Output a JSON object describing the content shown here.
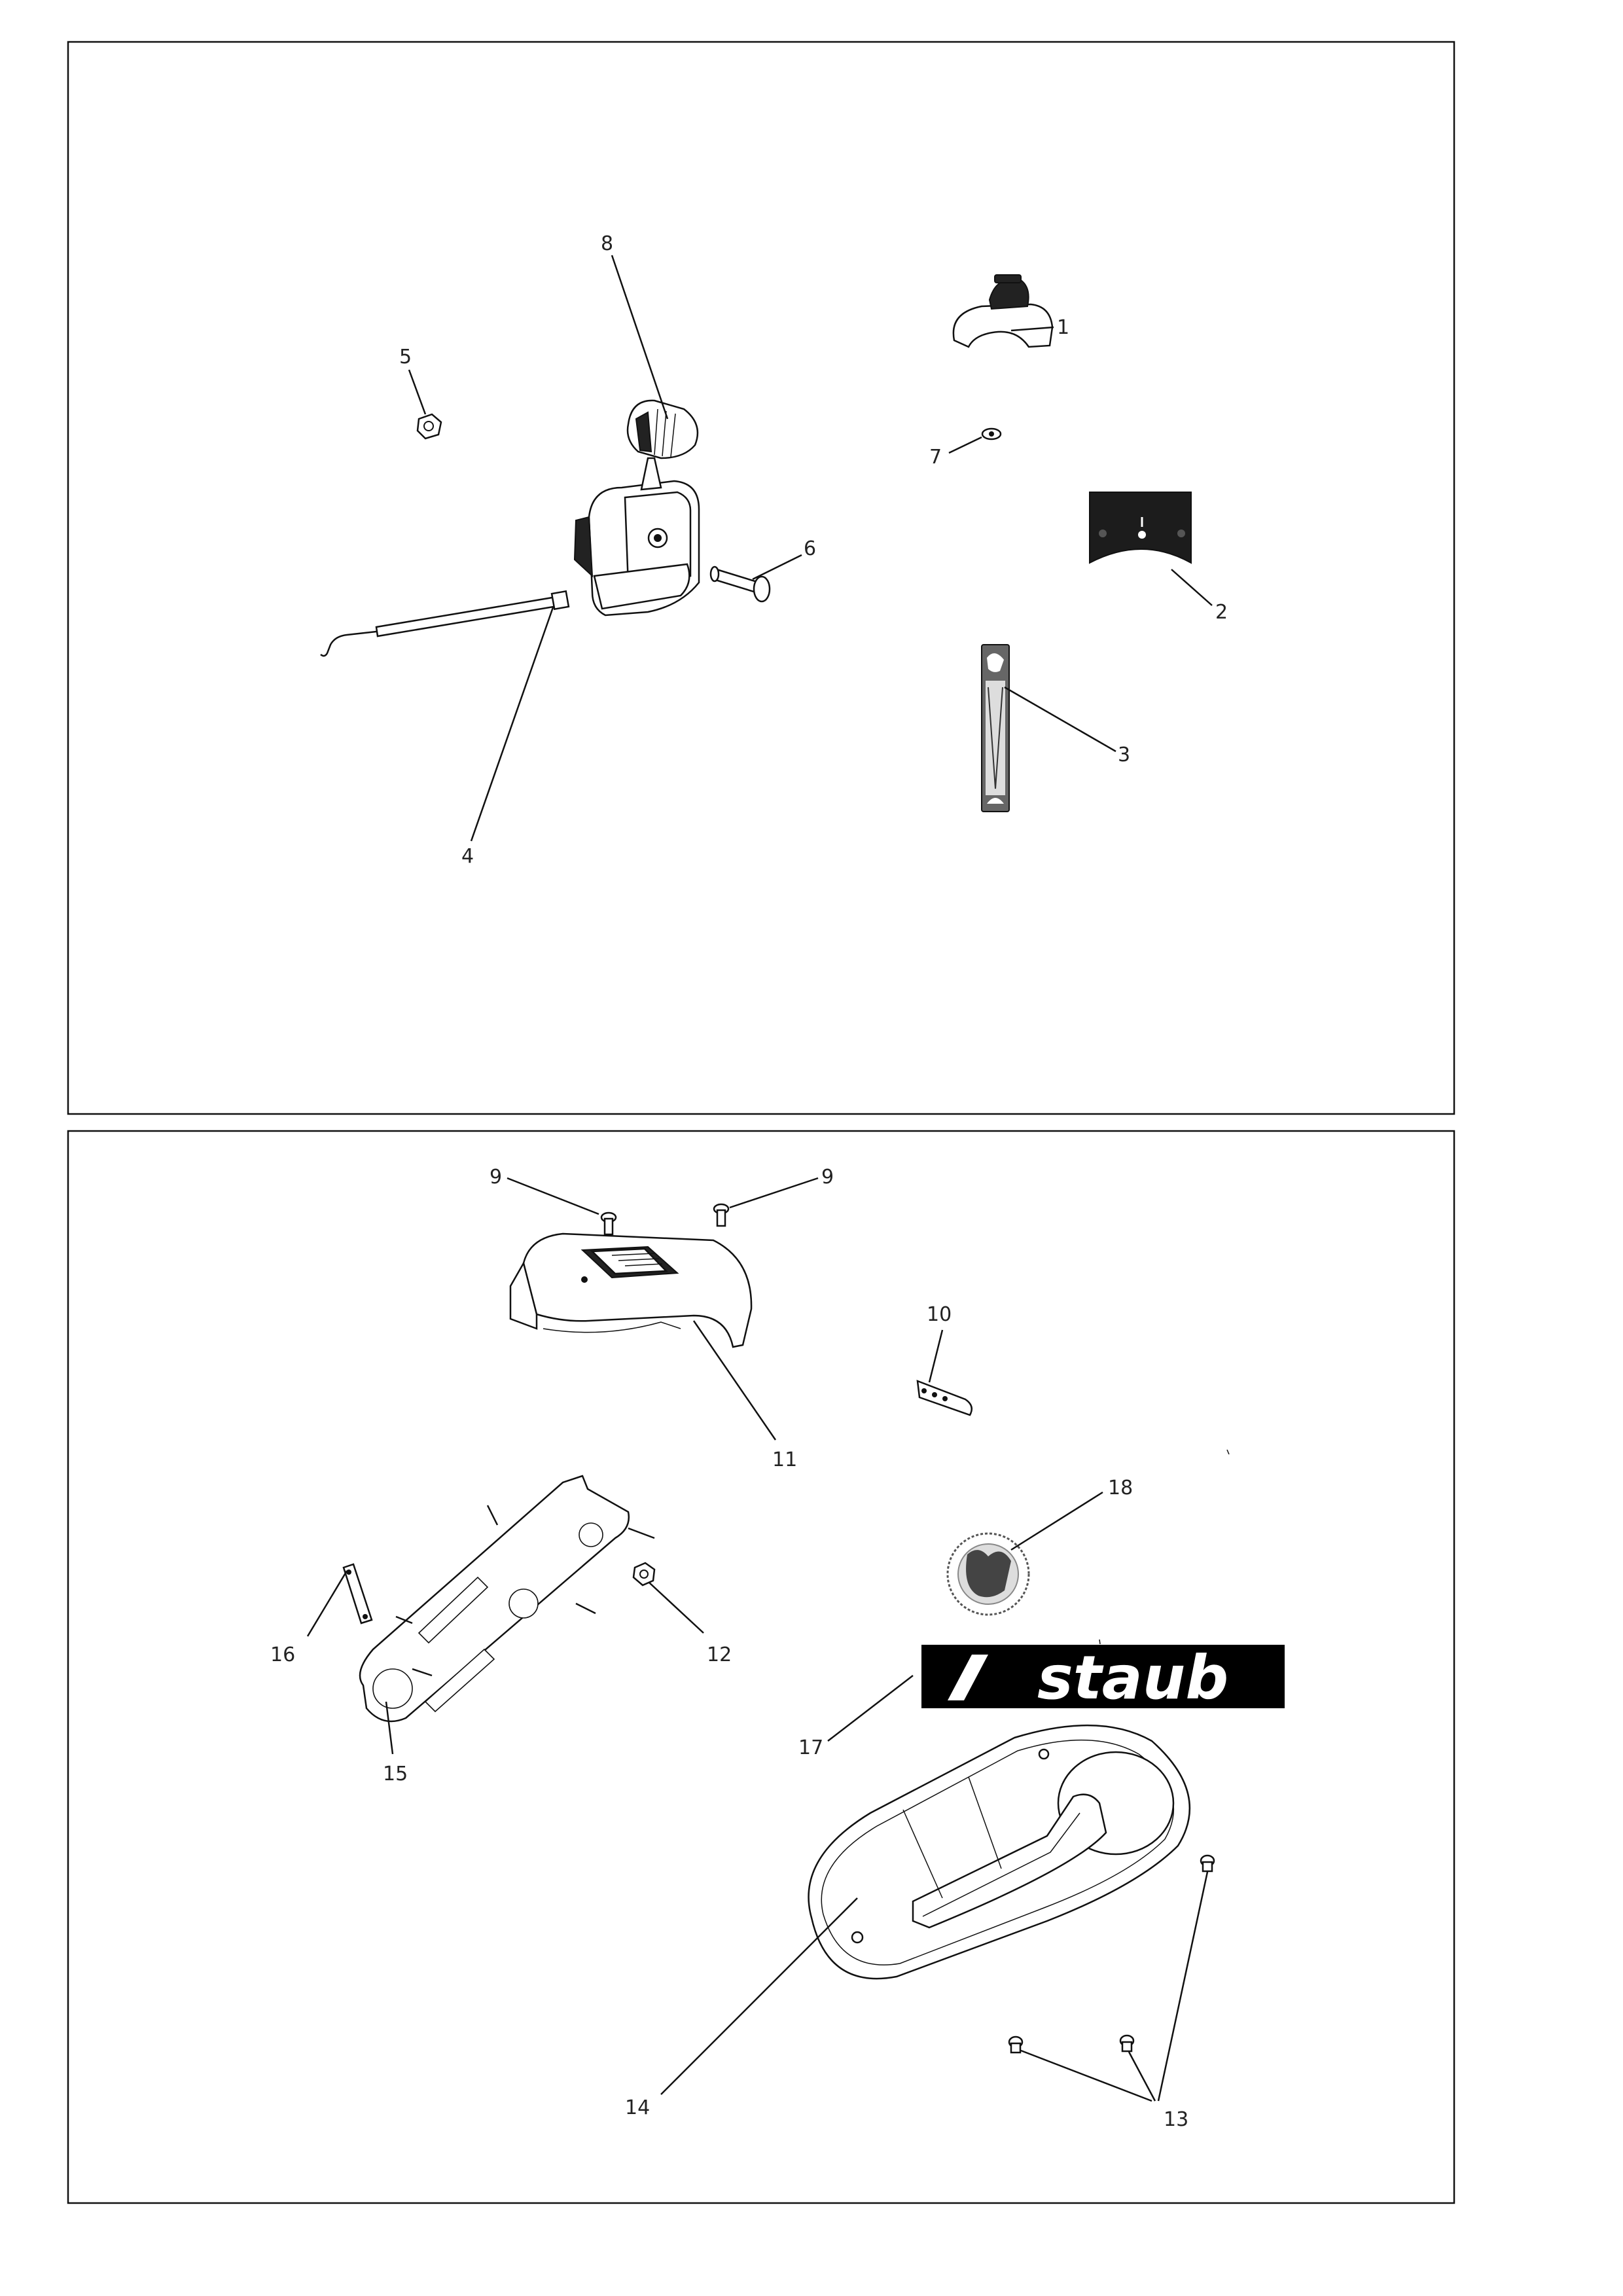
{
  "callouts": {
    "c1": "1",
    "c2": "2",
    "c3": "3",
    "c4": "4",
    "c5": "5",
    "c6": "6",
    "c7": "7",
    "c8": "8",
    "c9a": "9",
    "c9b": "9",
    "c10": "10",
    "c11": "11",
    "c12": "12",
    "c13": "13",
    "c14": "14",
    "c15": "15",
    "c16": "16",
    "c17": "17",
    "c18": "18"
  },
  "logo": {
    "brand": "staub"
  },
  "colors": {
    "ink": "#111111",
    "paper": "#ffffff",
    "decal": "#222222"
  }
}
